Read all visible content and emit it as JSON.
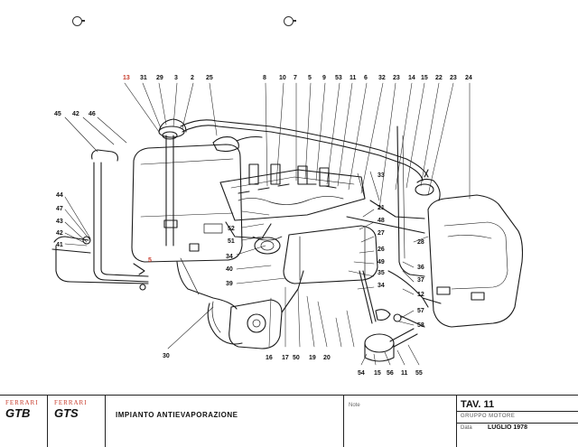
{
  "binder_holes": [
    "hole-left",
    "hole-right"
  ],
  "callouts": [
    "13",
    "31",
    "29",
    "3",
    "2",
    "25",
    "8",
    "10",
    "7",
    "5",
    "9",
    "53",
    "11",
    "6",
    "32",
    "23",
    "14",
    "15",
    "22",
    "23",
    "24",
    "45",
    "42",
    "46",
    "44",
    "47",
    "43",
    "42",
    "41",
    "5",
    "40",
    "39",
    "34",
    "33",
    "48",
    "21",
    "52",
    "51",
    "27",
    "49",
    "35",
    "34",
    "36",
    "37",
    "12",
    "57",
    "58",
    "26",
    "28",
    "50",
    "17",
    "19",
    "20",
    "16",
    "30",
    "15",
    "54",
    "56",
    "11",
    "55"
  ],
  "title_block": {
    "brand_manufacturer": "FERRARI",
    "brand_left": "GTB",
    "brand_right": "GTS",
    "title": "IMPIANTO ANTIEVAPORAZIONE",
    "note": "Note",
    "table_number": "TAV. 11",
    "group": "GRUPPO MOTORE",
    "date_label": "Data",
    "date": "LUGLIO 1978"
  }
}
